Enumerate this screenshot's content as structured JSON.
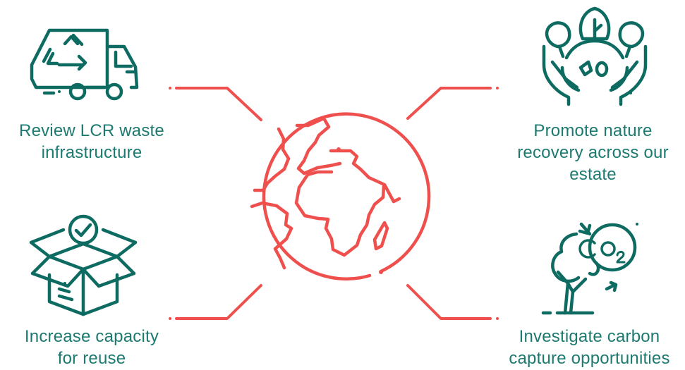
{
  "colors": {
    "accent": "#f0504d",
    "icon": "#0d6b61",
    "text": "#1c7a70"
  },
  "items": {
    "top_left": {
      "icon": "recycling-truck-icon",
      "line1": "Review LCR waste",
      "line2": "infrastructure",
      "line3": ""
    },
    "top_right": {
      "icon": "hands-globe-trees-icon",
      "line1": "Promote nature",
      "line2": "recovery across our",
      "line3": "estate"
    },
    "bottom_left": {
      "icon": "open-box-check-icon",
      "line1": "Increase capacity",
      "line2": "for reuse",
      "line3": ""
    },
    "bottom_right": {
      "icon": "tree-co2-icon",
      "line1": "Investigate carbon",
      "line2": "capture opportunities",
      "line3": ""
    }
  },
  "center": {
    "icon": "globe-icon"
  }
}
